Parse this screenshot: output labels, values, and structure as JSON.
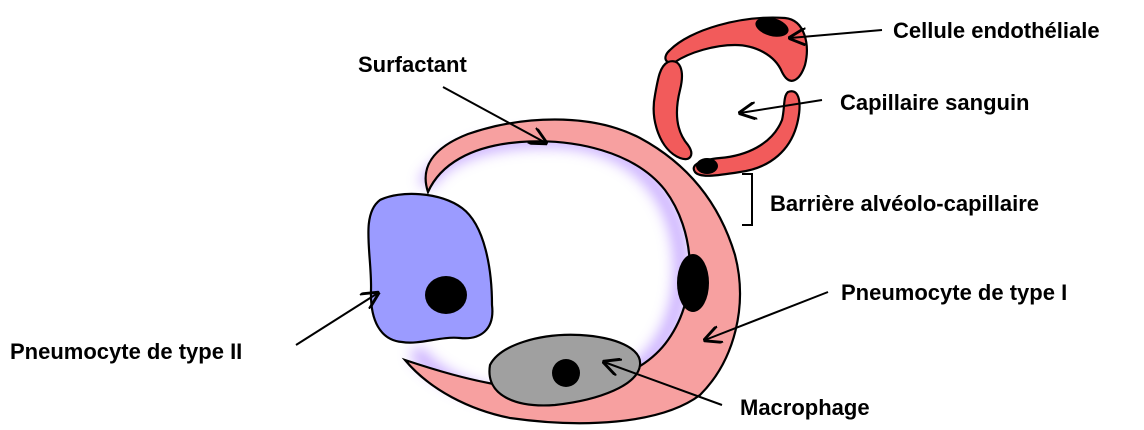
{
  "labels": {
    "surfactant": "Surfactant",
    "endothelial_cell": "Cellule endothéliale",
    "blood_capillary": "Capillaire sanguin",
    "barrier": "Barrière alvéolo-capillaire",
    "pneumocyte_1": "Pneumocyte de type I",
    "pneumocyte_2": "Pneumocyte de type II",
    "macrophage": "Macrophage"
  },
  "colors": {
    "alveolar_wall": "#f7a0a0",
    "capillary_wall": "#f25b5b",
    "pneumocyte_2": "#9b9bff",
    "surfactant_glow": "#b48cff",
    "macrophage": "#a0a0a0",
    "nucleus": "#000000"
  }
}
